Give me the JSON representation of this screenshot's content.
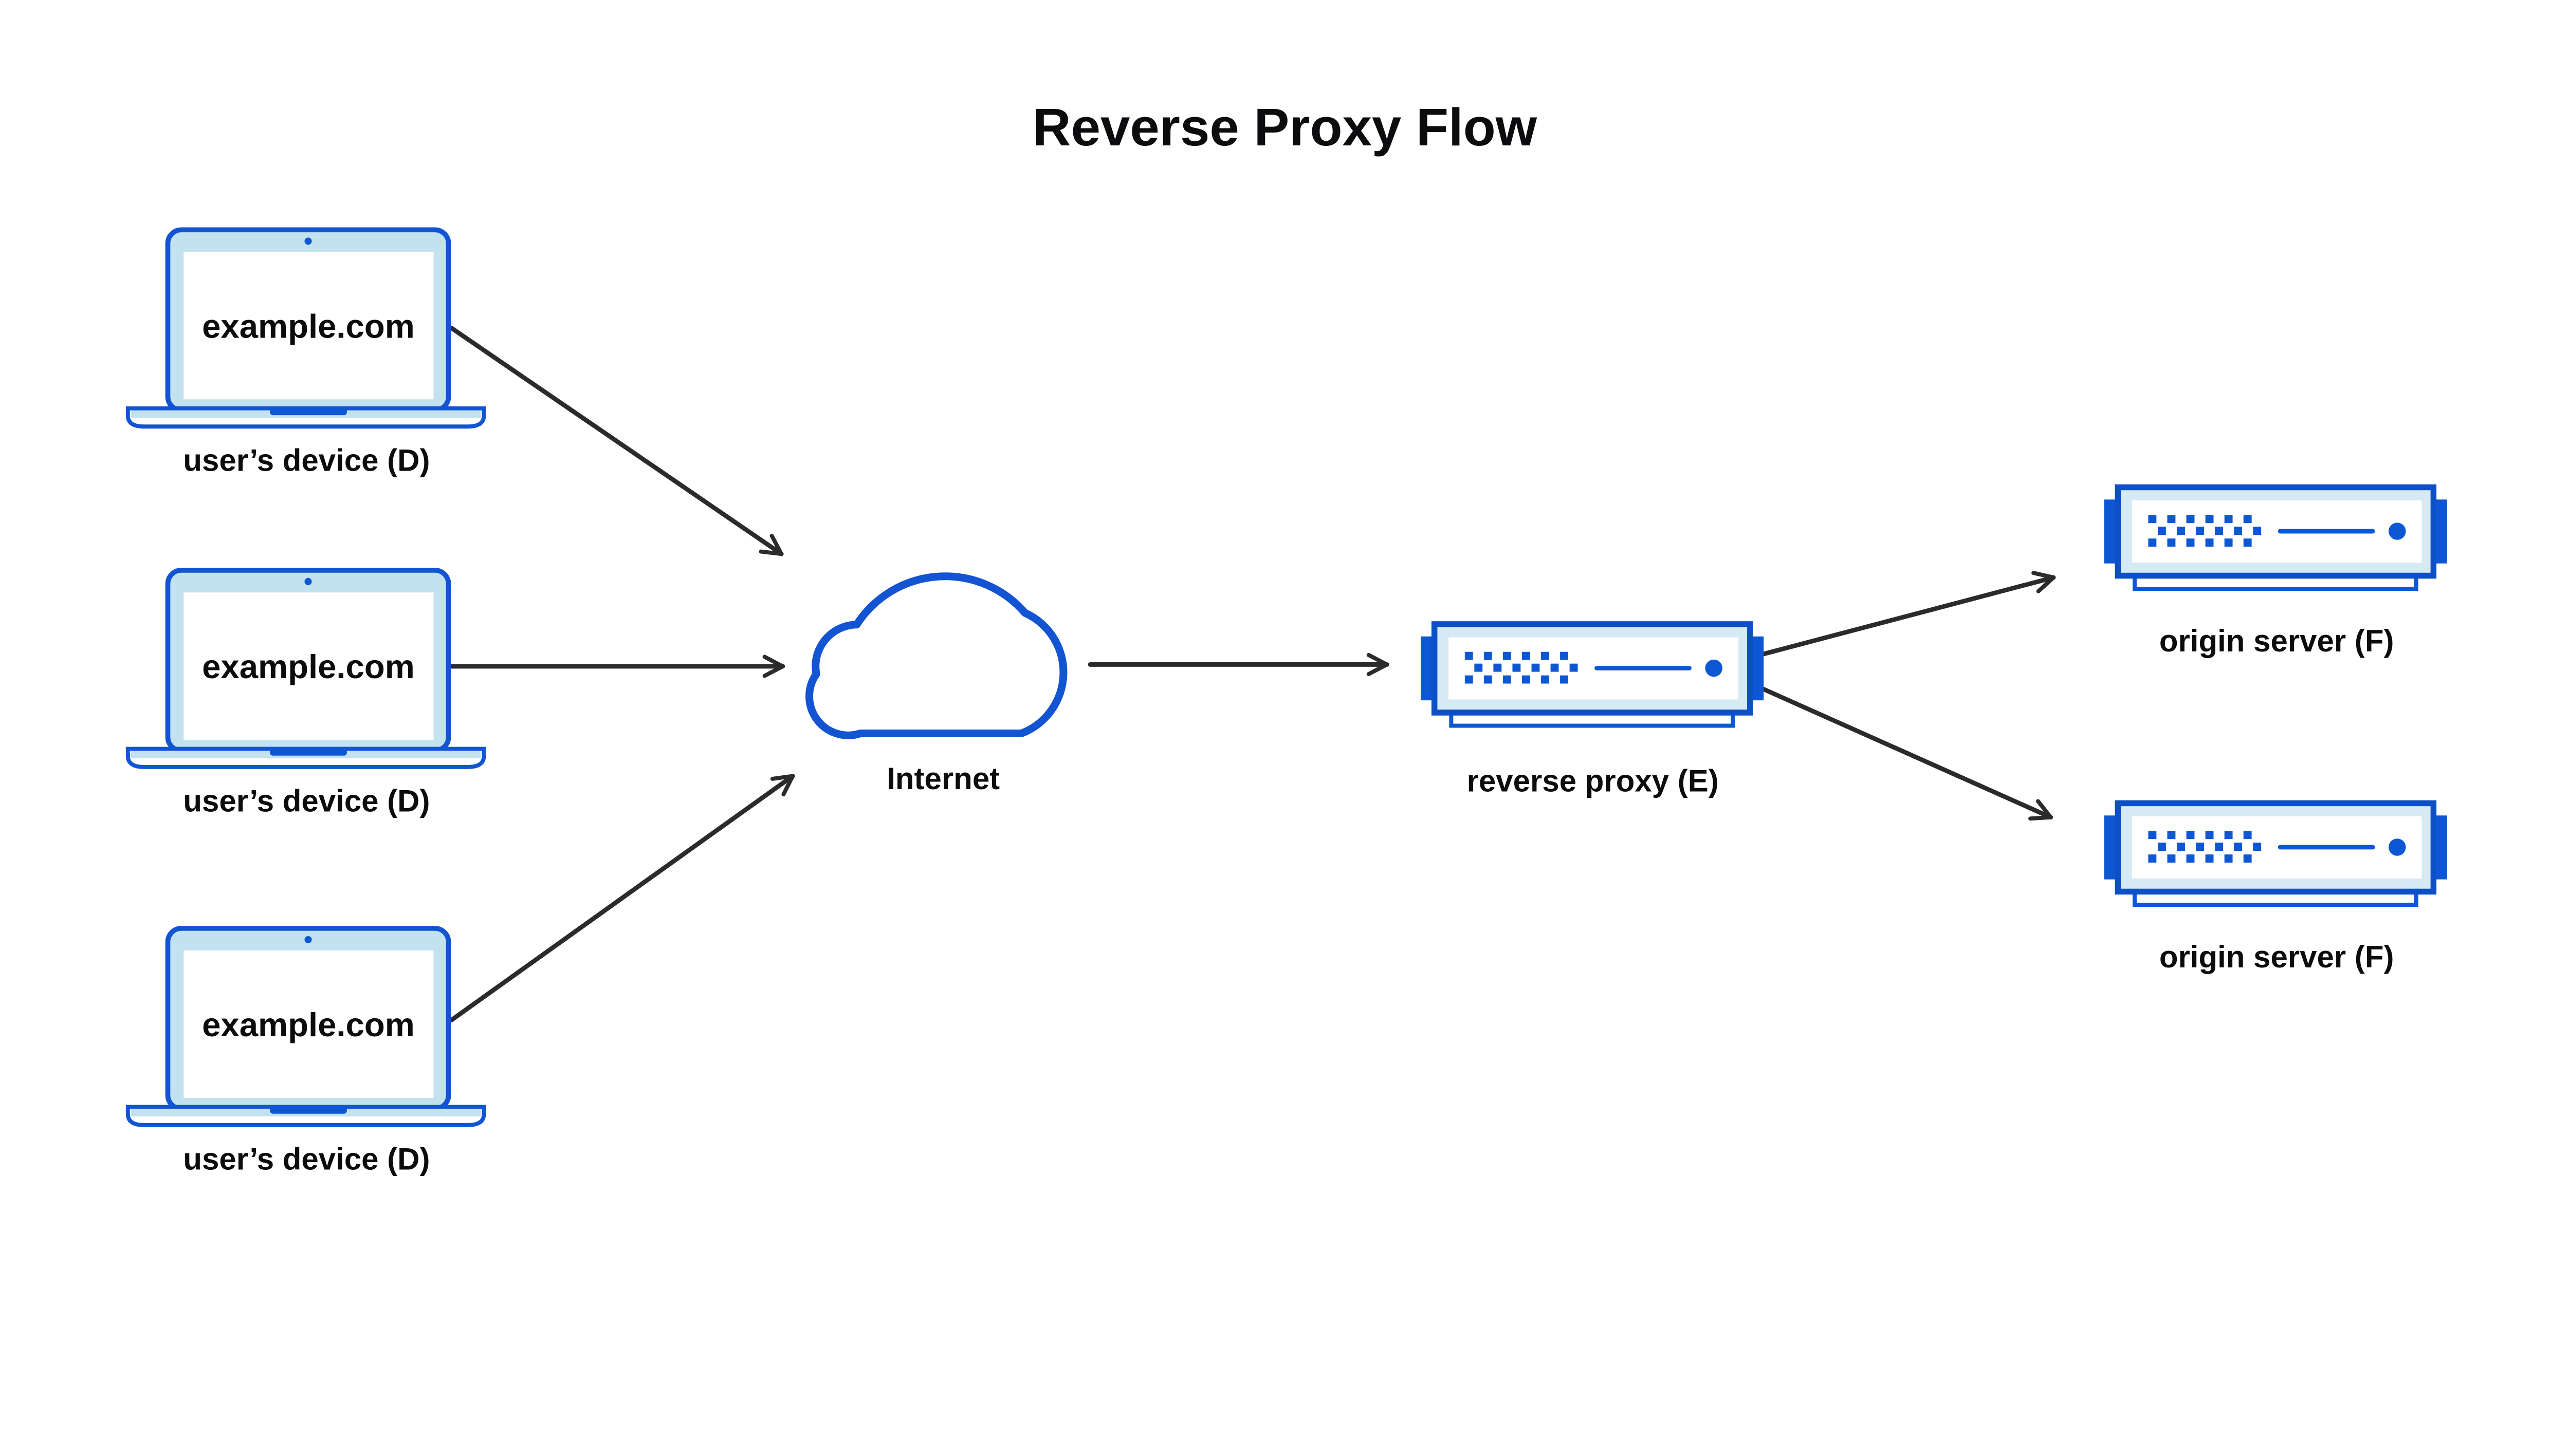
{
  "title": "Reverse Proxy Flow",
  "colors": {
    "outline_blue": "#1254d2",
    "solid_blue": "#0e57d4",
    "laptop_bezel_fill": "#c3e2ef",
    "server_panel_fill": "#d5eaf3",
    "text_ink": "#0c0c0f",
    "arrow": "#2b2b2b",
    "background": "#ffffff"
  },
  "nodes": {
    "devices": [
      {
        "screen_label": "example.com",
        "caption": "user’s device (D)"
      },
      {
        "screen_label": "example.com",
        "caption": "user’s device (D)"
      },
      {
        "screen_label": "example.com",
        "caption": "user’s device (D)"
      }
    ],
    "internet": {
      "caption": "Internet"
    },
    "reverse_proxy": {
      "caption": "reverse proxy (E)"
    },
    "origin_servers": [
      {
        "caption": "origin server (F)"
      },
      {
        "caption": "origin server (F)"
      }
    ]
  },
  "edges": [
    {
      "from": "user’s device (D) #1",
      "to": "Internet"
    },
    {
      "from": "user’s device (D) #2",
      "to": "Internet"
    },
    {
      "from": "user’s device (D) #3",
      "to": "Internet"
    },
    {
      "from": "Internet",
      "to": "reverse proxy (E)"
    },
    {
      "from": "reverse proxy (E)",
      "to": "origin server (F) #1"
    },
    {
      "from": "reverse proxy (E)",
      "to": "origin server (F) #2"
    }
  ]
}
